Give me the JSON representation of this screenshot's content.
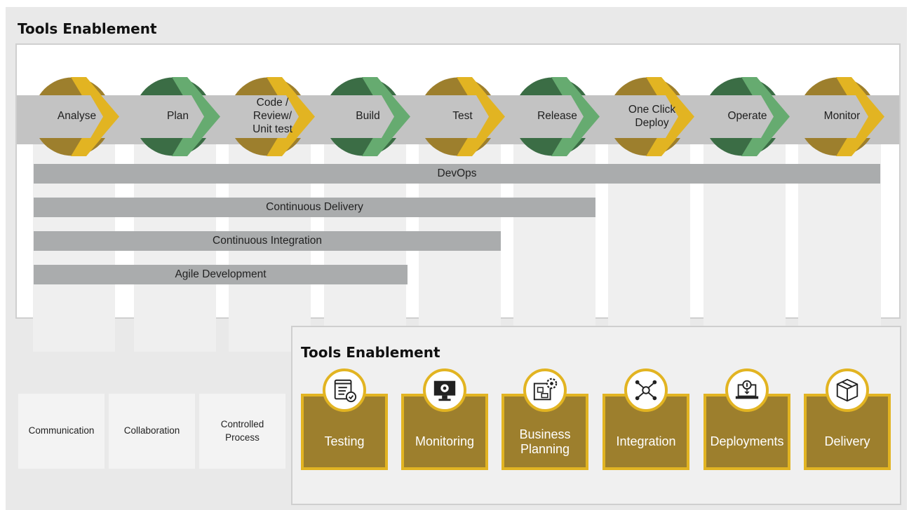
{
  "title": "Tools Enablement",
  "colors": {
    "gold_light": "#e2b422",
    "gold_dark": "#9d7f2d",
    "green_light": "#66ab70",
    "green_dark": "#3b6d45",
    "bar_grey": "#aaacad"
  },
  "stages": [
    {
      "label": "Analyse",
      "theme": "gold"
    },
    {
      "label": "Plan",
      "theme": "green"
    },
    {
      "label": "Code /\nReview/\nUnit test",
      "theme": "gold"
    },
    {
      "label": "Build",
      "theme": "green"
    },
    {
      "label": "Test",
      "theme": "gold"
    },
    {
      "label": "Release",
      "theme": "green"
    },
    {
      "label": "One Click\nDeploy",
      "theme": "gold"
    },
    {
      "label": "Operate",
      "theme": "green"
    },
    {
      "label": "Monitor",
      "theme": "gold"
    }
  ],
  "bars": [
    {
      "label": "DevOps",
      "span_stages": 9
    },
    {
      "label": "Continuous Delivery",
      "span_stages": 6
    },
    {
      "label": "Continuous Integration",
      "span_stages": 5
    },
    {
      "label": "Agile Development",
      "span_stages": 4
    }
  ],
  "pillars": [
    "Communication",
    "Collaboration",
    "Controlled\nProcess"
  ],
  "tools_title": "Tools Enablement",
  "tools": [
    {
      "label": "Testing",
      "icon": "checklist-icon"
    },
    {
      "label": "Monitoring",
      "icon": "monitor-gear-icon"
    },
    {
      "label": "Business\nPlanning",
      "icon": "blueprint-gear-icon"
    },
    {
      "label": "Integration",
      "icon": "network-icon"
    },
    {
      "label": "Deployments",
      "icon": "laptop-deploy-icon"
    },
    {
      "label": "Delivery",
      "icon": "package-icon"
    }
  ]
}
